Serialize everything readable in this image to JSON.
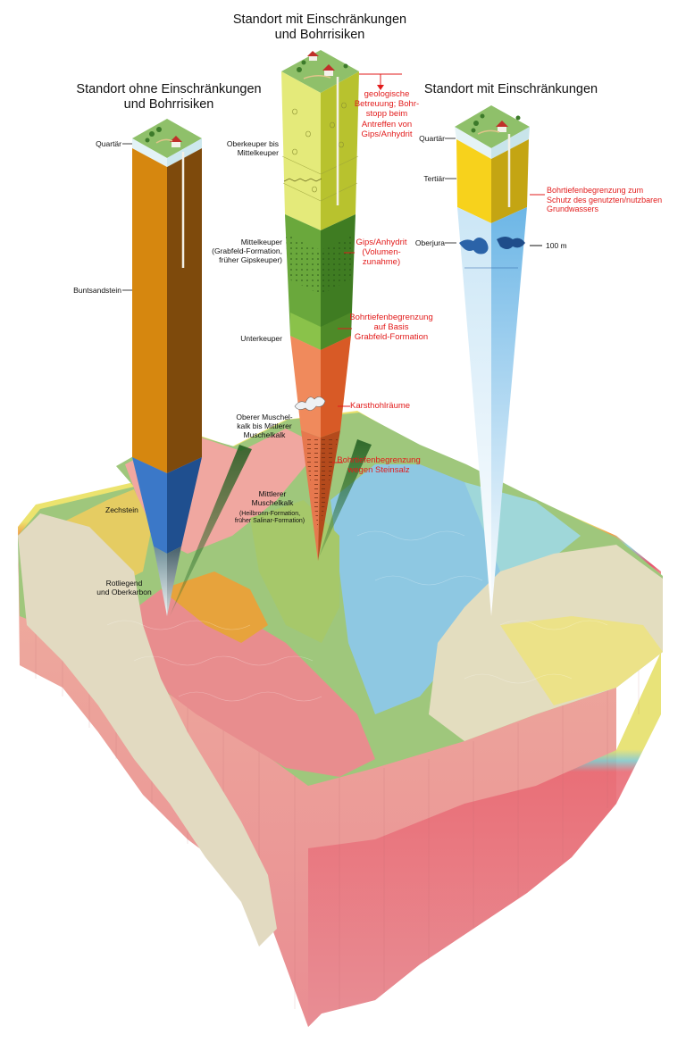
{
  "titles": {
    "left": "Standort ohne Einschränkungen\nund Bohrrisiken",
    "middle": "Standort mit Einschränkungen\nund Bohrrisiken",
    "right": "Standort mit Einschränkungen"
  },
  "left_column": {
    "quartaer": "Quartär",
    "buntsandstein": "Buntsandstein",
    "zechstein": "Zechstein",
    "rotliegend": "Rotliegend\nund Oberkarbon"
  },
  "middle_column": {
    "oberkeuper": "Oberkeuper bis\nMittelkeuper",
    "mittelkeuper": "Mittelkeuper\n(Grabfeld-Formation,\nfrüher Gipskeuper)",
    "unterkeuper": "Unterkeuper",
    "oberer_muschelkalk": "Oberer Muschel-\nkalk bis Mittlerer\nMuschelkalk",
    "mittlerer_muschelkalk_a": "Mittlerer\nMuschelkalk",
    "mittlerer_muschelkalk_b": "(Heilbronn-Formation,\nfrüher Salinar-Formation)",
    "risk_geologische_betreuung": "geologische\nBetreuung; Bohr-\nstopp beim\nAntreffen von\nGips/Anhydrit",
    "risk_gips": "Gips/Anhydrit\n(Volumen-\nzunahme)",
    "risk_bohrtiefe_grabfeld": "Bohrtiefenbegrenzung\nauf Basis\nGrabfeld-Formation",
    "risk_karst": "Karsthohlräume",
    "risk_steinsalz": "Bohrtiefenbegrenzung\nwegen Steinsalz"
  },
  "right_column": {
    "quartaer": "Quartär",
    "tertiaer": "Tertiär",
    "oberjura": "Oberjura",
    "depth_marker": "100 m",
    "risk_grundwasser": "Bohrtiefenbegrenzung zum\nSchutz des genutzten/nutzbaren\nGrundwassers"
  },
  "colors": {
    "risk_text": "#e21b1b",
    "buntsandstein": "#d6870f",
    "zechstein": "#3b78c8",
    "quartaer": "#e8f4f6",
    "keuper_light": "#e4ea7a",
    "keuper_green": "#6aa83c",
    "muschelkalk": "#f08a5c",
    "tertiaer": "#f7d21c",
    "jura": "#cfe6f7",
    "terrain_sides": "#f08a8a"
  },
  "icons": [
    "house-icon",
    "tree-icon",
    "borehole-pipe-icon",
    "cavity-icon",
    "arrow-down-icon"
  ]
}
